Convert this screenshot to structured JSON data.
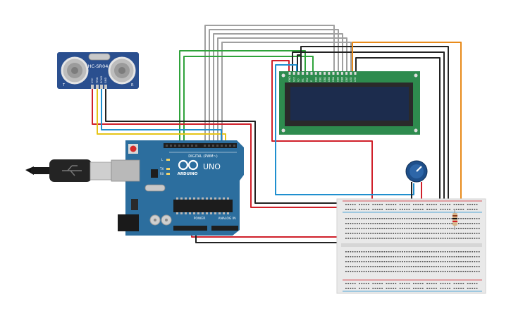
{
  "sensor": {
    "model": "HC-SR04",
    "pin_labels": [
      "VCC",
      "TRIG",
      "ECHO",
      "GND"
    ],
    "side_left": "T",
    "side_right": "R"
  },
  "arduino": {
    "logo_text": "ARDUINO",
    "model_text": "UNO",
    "digital_label": "DIGITAL (PWM~)",
    "power_label": "POWER",
    "analog_label": "ANALOG IN",
    "led_labels": [
      "L",
      "TX",
      "RX"
    ]
  },
  "lcd": {
    "pin_labels": [
      "GND",
      "VCC",
      "V0",
      "RS",
      "RW",
      "E",
      "DB0",
      "DB1",
      "DB2",
      "DB3",
      "DB4",
      "DB5",
      "DB6",
      "DB7",
      "LED",
      "LED"
    ]
  },
  "colors": {
    "board": "#2c6e9e",
    "lcd_pcb": "#2e8b4e",
    "lcd_screen": "#1c2c4d",
    "sensor_pcb": "#2a4f8f",
    "breadboard": "#e9e9e9",
    "wire_gray": "#a0a0a0",
    "wire_black": "#222222",
    "wire_red": "#d0202a",
    "wire_green": "#2fa33b",
    "wire_blue": "#1f8fcf",
    "wire_orange": "#e88a1a",
    "wire_yellow": "#e6c419"
  }
}
